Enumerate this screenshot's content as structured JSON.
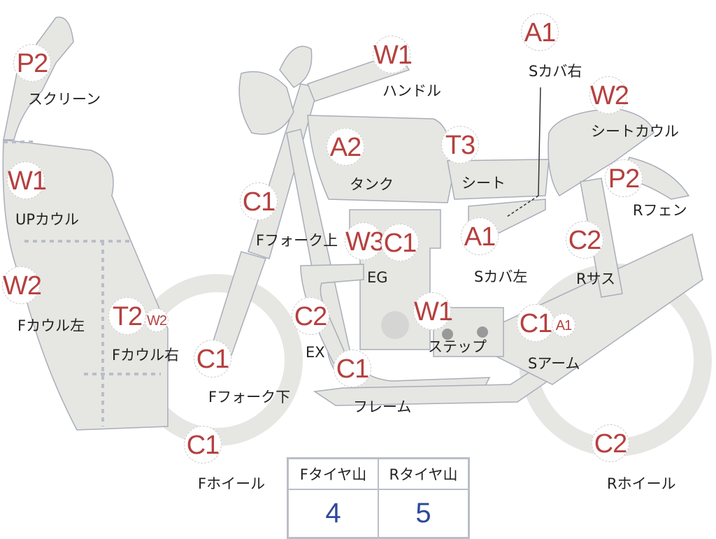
{
  "parts": [
    {
      "code": "P2",
      "name": "スクリーン"
    },
    {
      "code": "W1",
      "name": "UPカウル"
    },
    {
      "code": "W2",
      "name": "Fカウル左"
    },
    {
      "code": "T2",
      "code2": "W2",
      "name": "Fカウル右"
    },
    {
      "code": "C1",
      "name": "Fフォーク下"
    },
    {
      "code": "C1",
      "name": "Fホイール"
    },
    {
      "code": "C1",
      "name": "Fフォーク上"
    },
    {
      "code": "A2",
      "name": "タンク"
    },
    {
      "code": "W1",
      "name": "ハンドル"
    },
    {
      "code": "T3",
      "name": "シート"
    },
    {
      "code": "A1",
      "name": "Sカバ右"
    },
    {
      "code": "W2",
      "name": "シートカウル"
    },
    {
      "code": "P2",
      "name": "Rフェン"
    },
    {
      "code": "C2",
      "name": "Rサス"
    },
    {
      "code": "A1",
      "name": "Sカバ左"
    },
    {
      "code": "W3",
      "code2": "C1",
      "name": "EG"
    },
    {
      "code": "W1",
      "name": "ステップ"
    },
    {
      "code": "C2",
      "name": "EX"
    },
    {
      "code": "C1",
      "name": "フレーム"
    },
    {
      "code": "C1",
      "code2": "A1",
      "name": "Sアーム"
    },
    {
      "code": "C2",
      "name": "Rホイール"
    }
  ],
  "tire_table": {
    "front_label": "Fタイヤ山",
    "rear_label": "Rタイヤ山",
    "front_value": "4",
    "rear_value": "5"
  },
  "colors": {
    "badge_text": "#b5403f",
    "part_fill": "#e6e6e3",
    "part_stroke": "#a8aeb8",
    "value_text": "#2d4a9a"
  }
}
